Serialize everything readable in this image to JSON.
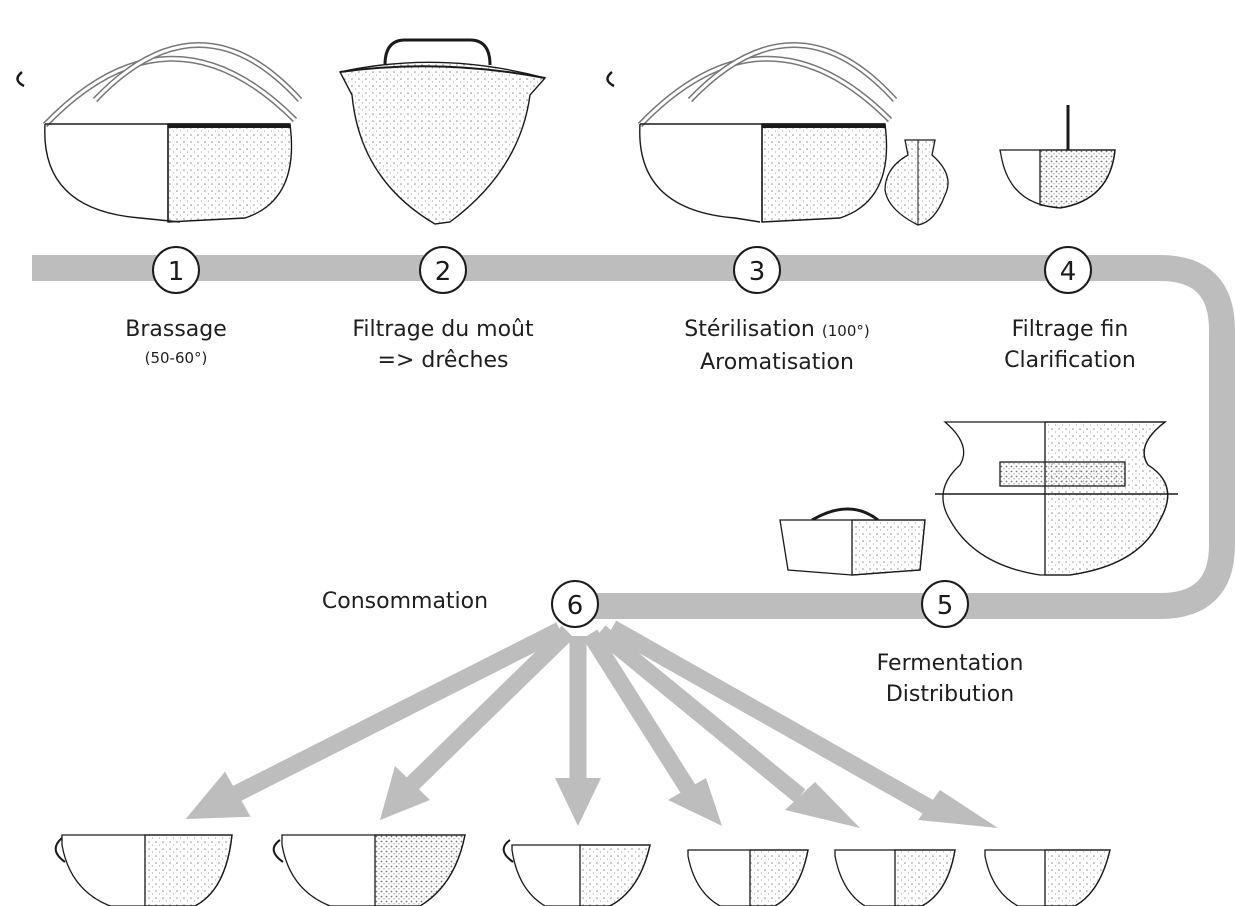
{
  "colors": {
    "flow": "#bdbdbd",
    "ink": "#1a1a1a",
    "stipple": "#9a9a9a"
  },
  "steps": [
    {
      "num": "1",
      "line1": "Brassage",
      "line2": "(50-60°)"
    },
    {
      "num": "2",
      "line1": "Filtrage du moût",
      "line2": "=> drêches"
    },
    {
      "num": "3",
      "line1": "Stérilisation",
      "line1_small": "(100°)",
      "line2": "Aromatisation"
    },
    {
      "num": "4",
      "line1": "Filtrage fin",
      "line2": "Clarification"
    },
    {
      "num": "5",
      "line1": "Fermentation",
      "line2": "Distribution"
    },
    {
      "num": "6",
      "line1": "Consommation"
    }
  ],
  "vessels": {
    "cauldron_1": "bronze cauldron with hooked handle (section drawing)",
    "strainer_bag": "conical filter vessel",
    "cauldron_3": "bronze cauldron with hooked handle (section drawing)",
    "small_flask": "small decorated flask",
    "strainer_bowl": "perforated strainer bowl",
    "handled_basin": "handled basin",
    "large_jar": "large decorated storage jar",
    "cups": [
      "cup 1",
      "cup 2",
      "cup 3",
      "cup 4",
      "cup 5",
      "cup 6"
    ]
  }
}
